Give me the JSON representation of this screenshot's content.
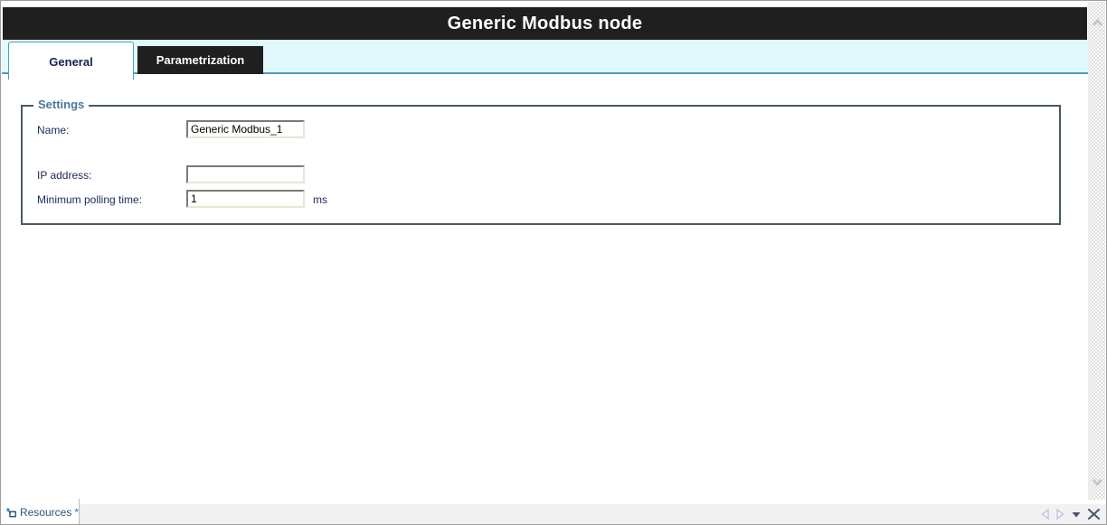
{
  "window": {
    "title_bar": {
      "title": "Generic Modbus node"
    }
  },
  "tab_bar": {
    "tabs": [
      {
        "label": "General",
        "active": true
      },
      {
        "label": "Parametrization",
        "active": false
      }
    ]
  },
  "settings_group": {
    "legend": "Settings",
    "fields": [
      {
        "label": "Name:",
        "value": "Generic Modbus_1"
      },
      {
        "label": "IP address:",
        "value": ""
      },
      {
        "label": "Minimum polling time:",
        "value": "1",
        "unit": "ms"
      }
    ]
  },
  "status_bar": {
    "active_tab": {
      "label": "Resources",
      "modified_indicator": "*"
    },
    "icons": [
      "resources-icon",
      "nav-back-icon",
      "nav-forward-icon",
      "window-list-icon",
      "close-icon"
    ]
  },
  "scrollbar": {
    "orientation": "vertical",
    "icons": [
      "scroll-up-icon",
      "scroll-down-icon"
    ]
  },
  "colors": {
    "header_bg": "#1f1f1f",
    "header_text": "#ffffff",
    "tab_strip_bg": "#e1f9fd",
    "tab_accent_line": "#4b9bc8",
    "active_tab_text": "#16214d",
    "inactive_tab_bg": "#1f1f1f",
    "inactive_tab_text": "#ffffff",
    "group_border": "#4a5964",
    "legend_text": "#4d7799",
    "label_text": "#1b2b55",
    "status_text": "#2f5570",
    "modified_star": "#2d74b8",
    "statusbar_bg": "#f1f1f1"
  }
}
